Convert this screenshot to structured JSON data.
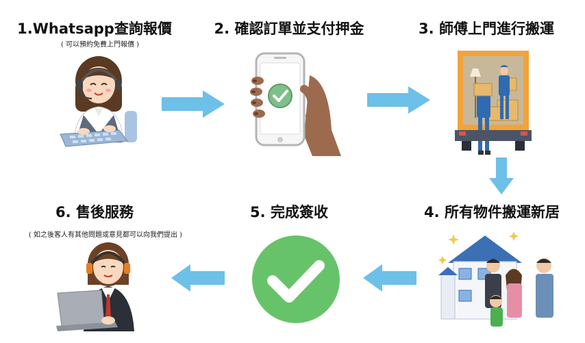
{
  "steps": [
    {
      "title": "1.Whatsapp查詢報價",
      "note": "( 可以預約免費上門報價 )"
    },
    {
      "title": "2. 確認訂單並支付押金",
      "note": ""
    },
    {
      "title": "3. 師傅上門進行搬運",
      "note": ""
    },
    {
      "title": "4. 所有物件搬運新居",
      "note": ""
    },
    {
      "title": "5. 完成簽收",
      "note": ""
    },
    {
      "title": "6. 售後服務",
      "note": "( 如之後客人有其他問題或意見都可以向我們提出 )"
    }
  ],
  "colors": {
    "arrow": "#6dc0e8",
    "check_green": "#67c36a",
    "truck_orange": "#f2a33a",
    "house_blue": "#3b6fb6"
  }
}
